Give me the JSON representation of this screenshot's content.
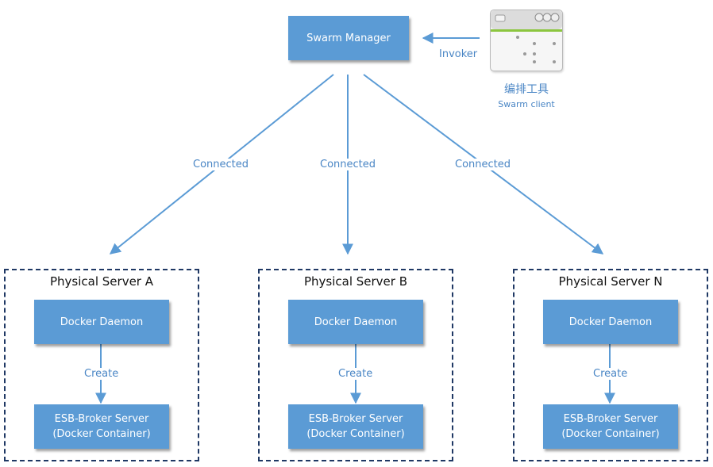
{
  "manager": {
    "label": "Swarm Manager"
  },
  "invoker": {
    "label": "Invoker"
  },
  "client": {
    "title": "编排工具",
    "subtitle": "Swarm client",
    "icon": "window-app-icon"
  },
  "connections": [
    "Connected",
    "Connected",
    "Connected"
  ],
  "servers": [
    {
      "title": "Physical Server A",
      "daemon": "Docker Daemon",
      "create": "Create",
      "container_line1": "ESB-Broker Server",
      "container_line2": "(Docker Container)"
    },
    {
      "title": "Physical Server B",
      "daemon": "Docker Daemon",
      "create": "Create",
      "container_line1": "ESB-Broker Server",
      "container_line2": "(Docker Container)"
    },
    {
      "title": "Physical Server N",
      "daemon": "Docker Daemon",
      "create": "Create",
      "container_line1": "ESB-Broker Server",
      "container_line2": "(Docker Container)"
    }
  ],
  "colors": {
    "box_fill": "#5b9bd5",
    "arrow": "#5b9bd5",
    "server_border": "#1f3864",
    "label_text": "#4a86c5",
    "accent_green": "#8cc63f"
  }
}
